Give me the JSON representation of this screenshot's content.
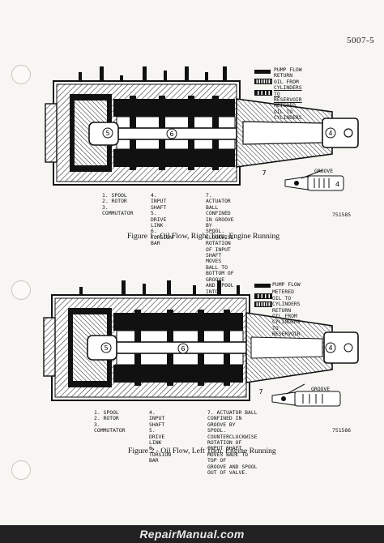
{
  "page_number": "5007-5",
  "figures": [
    {
      "caption": "Figure 1 - Oil Flow, Right Turn, Engine Running",
      "legend": [
        "PUMP FLOW",
        "RETURN OIL FROM",
        "CYLINDERS TO RESERVOIR",
        "METERED OIL TO",
        "CYLINDERS"
      ],
      "parts_col1": [
        "1. SPOOL",
        "2. ROTOR",
        "3. COMMUTATOR"
      ],
      "parts_col2": [
        "4. INPUT SHAFT",
        "5. DRIVE LINK",
        "6. TORSION BAR"
      ],
      "note": [
        "7. ACTUATOR BALL CONFINED IN GROOVE BY",
        "SPOOL. CLOCKWISE ROTATION OF INPUT",
        "SHAFT MOVES BALL TO BOTTOM OF",
        "GROOVE AND SPOOL INTO VALVE."
      ],
      "code": "751585",
      "callouts": [
        "4",
        "5",
        "6",
        "7",
        "4"
      ],
      "groove_label": "GROOVE"
    },
    {
      "caption": "Figure 2 - Oil Flow, Left Turn, Engine Running",
      "legend": [
        "PUMP FLOW",
        "METERED OIL TO CYLINDERS",
        "RETURN OIL FROM",
        "CYLINDERS TO RESERVOIR"
      ],
      "parts_col1": [
        "1. SPOOL",
        "2. ROTOR",
        "3. COMMUTATOR"
      ],
      "parts_col2": [
        "4. INPUT SHAFT",
        "5. DRIVE LINK",
        "6. TORSION BAR"
      ],
      "note": [
        "7. ACTUATOR BALL CONFINED IN GROOVE BY",
        "SPOOL. COUNTERCLOCKWISE ROTATION OF",
        "INPUT SHAFT MOVES BALL TO TOP OF",
        "GROOVE AND SPOOL OUT OF VALVE."
      ],
      "code": "751586",
      "callouts": [
        "4",
        "5",
        "6",
        "7"
      ],
      "groove_label": "GROOVE"
    }
  ],
  "watermark": "RepairManual.com"
}
